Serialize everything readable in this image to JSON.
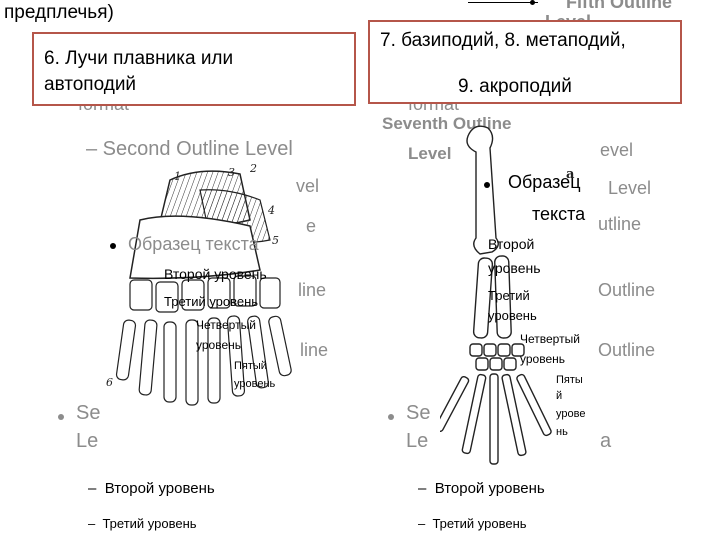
{
  "slide": {
    "top_text": "предплечья)",
    "left_label": {
      "line1": "6. Лучи плавника или",
      "line2": "автоподий"
    },
    "right_label": {
      "line1": "7. базиподий, 8. метаподий,",
      "line2": "9. акроподий"
    },
    "ghost_text": {
      "fifth_level": "Fifth Outline",
      "level": "Level",
      "format_left": "format",
      "format_right": "format",
      "second_outline_level": "– Second Outline Level",
      "seventh_outline": "Seventh Outline",
      "level_right": "Level",
      "vel": "vel",
      "evel": "evel",
      "e": "e",
      "line_left": "line",
      "line_left2": "line",
      "level_right2": "Level",
      "outline_r1": "utline",
      "outline_r2": "Outline",
      "outline_r3": "Outline",
      "se_left1": "Se",
      "se_left2": "Le",
      "se_right1": "Se",
      "se_right2": "Le",
      "a_right": "a"
    },
    "left_list": {
      "l1": "Образец текста",
      "l2": "Второй уровень",
      "l3": "Третий уровень",
      "l4a": "Четвертый",
      "l4b": "уровень",
      "l5a": "Пятый",
      "l5b": "уровень",
      "bottom_l2": "Второй уровень",
      "bottom_l3": "Третий уровень"
    },
    "right_list": {
      "l1a": "Образец",
      "l1b": "текста",
      "l2a": "Второй",
      "l2b": "уровень",
      "l3a": "Третий",
      "l3b": "уровень",
      "l4a": "Четвертый",
      "l4b": "уровень",
      "l5a": "Пяты",
      "l5b": "й",
      "l5c": "урове",
      "l5d": "нь",
      "bottom_l2": "Второй уровень",
      "bottom_l3": "Третий уровень"
    },
    "left_figure_numbers": [
      "4",
      "5",
      "6",
      "1",
      "2",
      "3"
    ],
    "right_figure_label": "a"
  }
}
